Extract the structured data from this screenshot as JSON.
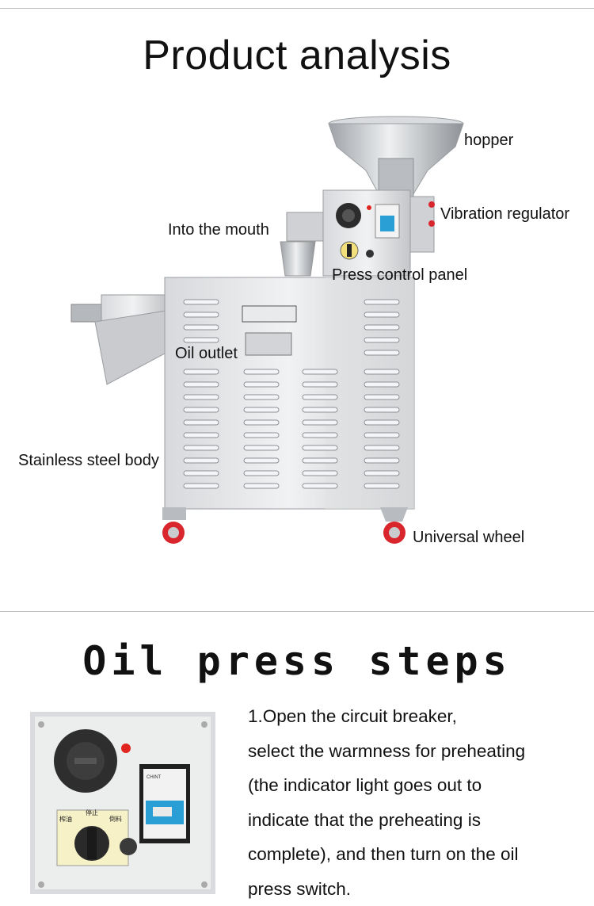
{
  "section1": {
    "title": "Product analysis",
    "labels": {
      "hopper": "hopper",
      "vibration": "Vibration regulator",
      "mouth": "Into the mouth",
      "control": "Press control panel",
      "outlet": "Oil outlet",
      "body": "Stainless steel body",
      "wheel": "Universal wheel"
    }
  },
  "section2": {
    "title": "Oil press steps",
    "panel_marks": {
      "brand": "CHINT",
      "left": "榨油",
      "middle": "停止",
      "right": "倒料"
    },
    "step_lines": [
      "1.Open the circuit breaker,",
      "select the warmness for preheating",
      "(the indicator light goes out to",
      "indicate that the preheating is",
      "complete), and then turn on the oil",
      "press switch."
    ]
  },
  "colors": {
    "steel_light": "#e6e7e9",
    "steel_mid": "#c9cbce",
    "steel_dark": "#8f9297",
    "wheel_red": "#d8262c",
    "indicator_red": "#e0241f",
    "breaker_blue": "#2a9fd6"
  }
}
